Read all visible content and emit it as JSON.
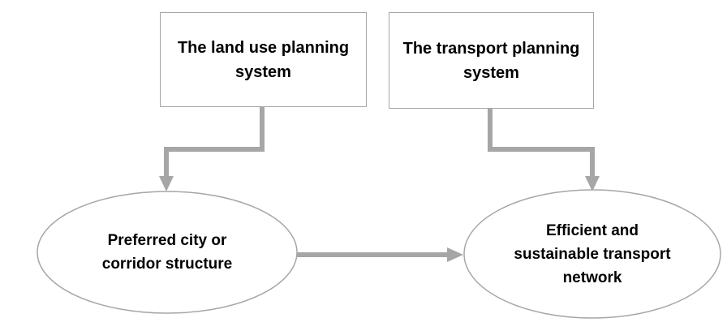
{
  "nodes": {
    "land_use": {
      "label": "The land use planning system",
      "shape": "rectangle"
    },
    "transport": {
      "label": "The transport planning system",
      "shape": "rectangle"
    },
    "city_structure": {
      "label": "Preferred city or corridor structure",
      "shape": "ellipse"
    },
    "network": {
      "label": "Efficient and sustainable transport network",
      "shape": "ellipse"
    }
  },
  "edges": [
    {
      "from": "land_use",
      "to": "city_structure"
    },
    {
      "from": "transport",
      "to": "network"
    },
    {
      "from": "city_structure",
      "to": "network"
    }
  ],
  "colors": {
    "stroke": "#a6a6a6",
    "arrow": "#a6a6a6",
    "fill": "#ffffff",
    "text": "#000000"
  }
}
